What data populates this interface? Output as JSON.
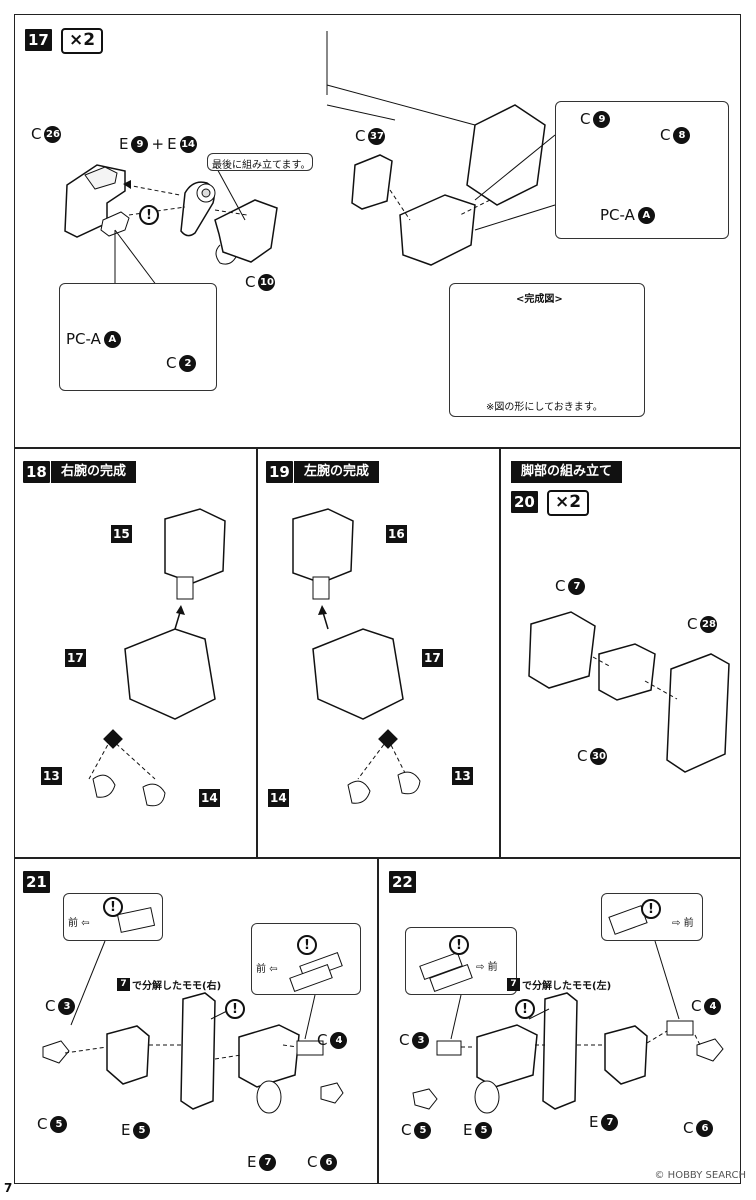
{
  "step17": {
    "num": "17",
    "qty": "×2",
    "labels": {
      "c26": "26",
      "e9": "9",
      "plus": "+",
      "e14": "14",
      "c10": "10",
      "pca": "PC-A",
      "pca_circ": "A",
      "c2": "2",
      "c37": "37",
      "c9": "9",
      "c8": "8",
      "pca2": "PC-A",
      "pca2_circ": "A"
    },
    "letter_c": "C",
    "letter_e": "E",
    "note_last": "最後に組み立てます。",
    "complete_title": "<完成図>",
    "complete_note": "※図の形にしておきます。"
  },
  "step18": {
    "num": "18",
    "title": "右腕の完成",
    "parts": [
      "15",
      "17",
      "13",
      "14"
    ]
  },
  "step19": {
    "num": "19",
    "title": "左腕の完成",
    "parts": [
      "16",
      "17",
      "14",
      "13"
    ]
  },
  "leg": {
    "title": "脚部の組み立て",
    "num": "20",
    "qty": "×2",
    "labels": {
      "c7": "7",
      "c28": "28",
      "c30": "30"
    }
  },
  "step21": {
    "num": "21",
    "front": "前",
    "thigh_num": "7",
    "thigh_text": "で分解したモモ(右)",
    "labels": {
      "c3": "3",
      "c5": "5",
      "e5": "5",
      "e7": "7",
      "c6": "6",
      "c4": "4"
    }
  },
  "step22": {
    "num": "22",
    "front": "前",
    "thigh_num": "7",
    "thigh_text": "で分解したモモ(左)",
    "labels": {
      "c3": "3",
      "c5": "5",
      "e5": "5",
      "e7": "7",
      "c6": "6",
      "c4": "4"
    }
  },
  "page_number": "7",
  "watermark": "© HOBBY SEARCH",
  "exclaim": "!"
}
